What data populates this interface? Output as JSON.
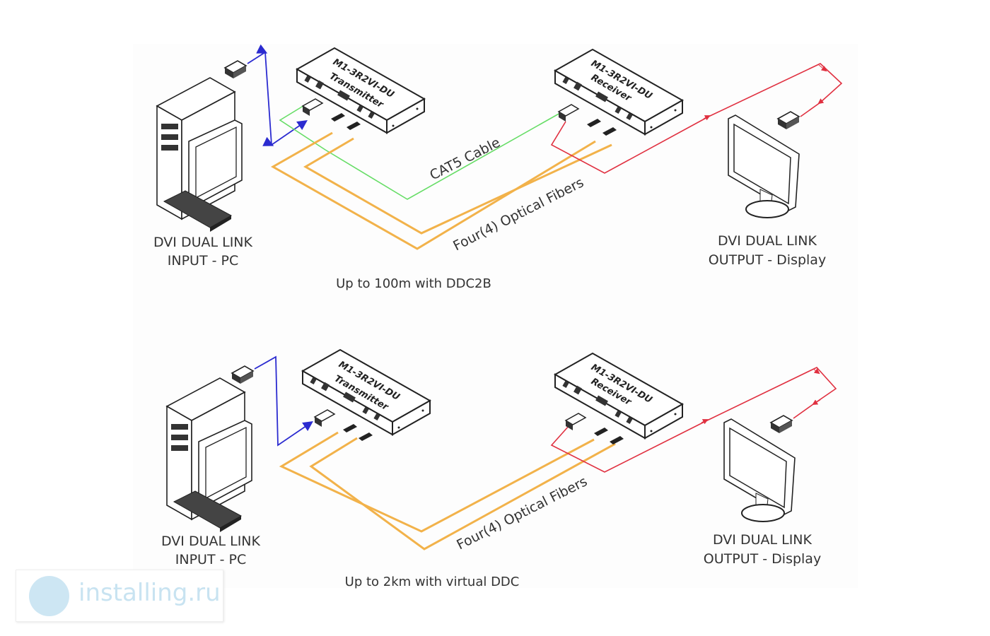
{
  "top_panel": {
    "input_label_line1": "DVI DUAL LINK",
    "input_label_line2": "INPUT - PC",
    "output_label_line1": "DVI DUAL LINK",
    "output_label_line2": "OUTPUT - Display",
    "transmitter_model": "M1-3R2VI-DU",
    "transmitter_label": "Transmitter",
    "receiver_model": "M1-3R2VI-DU",
    "receiver_label": "Receiver",
    "cat5_label": "CAT5 Cable",
    "fiber_label": "Four(4) Optical Fibers",
    "caption": "Up to 100m with DDC2B"
  },
  "bottom_panel": {
    "input_label_line1": "DVI DUAL LINK",
    "input_label_line2": "INPUT - PC",
    "output_label_line1": "DVI DUAL LINK",
    "output_label_line2": "OUTPUT - Display",
    "transmitter_model": "M1-3R2VI-DU",
    "transmitter_label": "Transmitter",
    "receiver_model": "M1-3R2VI-DU",
    "receiver_label": "Receiver",
    "fiber_label": "Four(4) Optical Fibers",
    "caption": "Up to 2km with virtual DDC"
  },
  "watermark": {
    "text": "installing.ru"
  },
  "colors": {
    "dvi_in": "#2b2bd0",
    "cat5": "#66dd66",
    "fiber": "#f2b24a",
    "dvi_out": "#e03040"
  }
}
